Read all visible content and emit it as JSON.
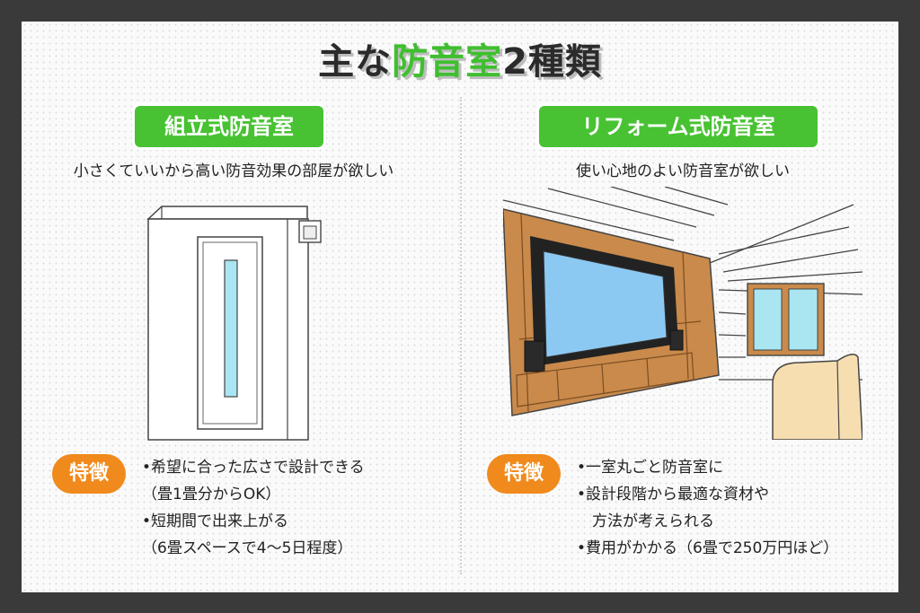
{
  "title": {
    "part1": "主な",
    "highlight": "防音室",
    "part2": "2種類"
  },
  "left": {
    "label": "組立式防音室",
    "subtitle": "小さくていいから高い防音効果の部屋が欲しい",
    "feature_badge": "特徴",
    "features": [
      "•希望に合った広さで設計できる",
      "（畳1畳分からOK）",
      "•短期間で出来上がる",
      "（6畳スペースで4〜5日程度）"
    ]
  },
  "right": {
    "label": "リフォーム式防音室",
    "subtitle": "使い心地のよい防音室が欲しい",
    "feature_badge": "特徴",
    "features": [
      "•一室丸ごと防音室に",
      "•設計段階から最適な資材や",
      "　方法が考えられる",
      "•費用がかかる（6畳で250万円ほど）"
    ]
  },
  "colors": {
    "green": "#48c233",
    "orange": "#f08a1c",
    "wood": "#c98a4b",
    "glass": "#8cc9f2",
    "background": "#3a3a3a"
  }
}
